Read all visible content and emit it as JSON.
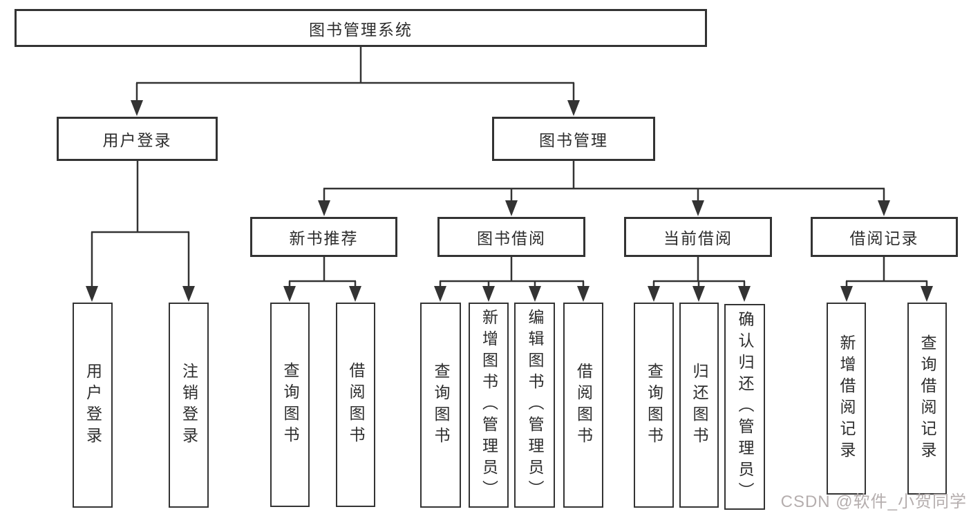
{
  "diagram": {
    "title": "图书管理系统",
    "root": {
      "label": "图书管理系统"
    },
    "level2": [
      {
        "id": "user-login",
        "label": "用户登录"
      },
      {
        "id": "book-management",
        "label": "图书管理"
      }
    ],
    "level3": [
      {
        "id": "new-book-recommend",
        "label": "新书推荐"
      },
      {
        "id": "book-borrowing",
        "label": "图书借阅"
      },
      {
        "id": "current-borrowing",
        "label": "当前借阅"
      },
      {
        "id": "borrowing-records",
        "label": "借阅记录"
      }
    ],
    "level4": [
      {
        "id": "user-login-action",
        "label": "用户登录",
        "parent": "user-login"
      },
      {
        "id": "logout",
        "label": "注销登录",
        "parent": "user-login"
      },
      {
        "id": "query-books-1",
        "label": "查询图书",
        "parent": "new-book-recommend"
      },
      {
        "id": "borrow-books-1",
        "label": "借阅图书",
        "parent": "new-book-recommend"
      },
      {
        "id": "query-books-2",
        "label": "查询图书",
        "parent": "book-borrowing"
      },
      {
        "id": "add-books-admin",
        "label": "新增图书（管理员）",
        "parent": "book-borrowing"
      },
      {
        "id": "edit-books-admin",
        "label": "编辑图书（管理员）",
        "parent": "book-borrowing"
      },
      {
        "id": "borrow-books-2",
        "label": "借阅图书",
        "parent": "book-borrowing"
      },
      {
        "id": "query-books-3",
        "label": "查询图书",
        "parent": "current-borrowing"
      },
      {
        "id": "return-books",
        "label": "归还图书",
        "parent": "current-borrowing"
      },
      {
        "id": "confirm-return-admin",
        "label": "确认归还（管理员）",
        "parent": "current-borrowing"
      },
      {
        "id": "add-borrow-record",
        "label": "新增借阅记录",
        "parent": "borrowing-records"
      },
      {
        "id": "query-borrow-record",
        "label": "查询借阅记录",
        "parent": "borrowing-records"
      }
    ],
    "colors": {
      "line": "#333333",
      "border": "#333333",
      "text": "#2d2d2d",
      "background": "#ffffff"
    }
  },
  "watermark": {
    "text": "CSDN @软件_小贺同学",
    "color": "#b5aeae"
  }
}
